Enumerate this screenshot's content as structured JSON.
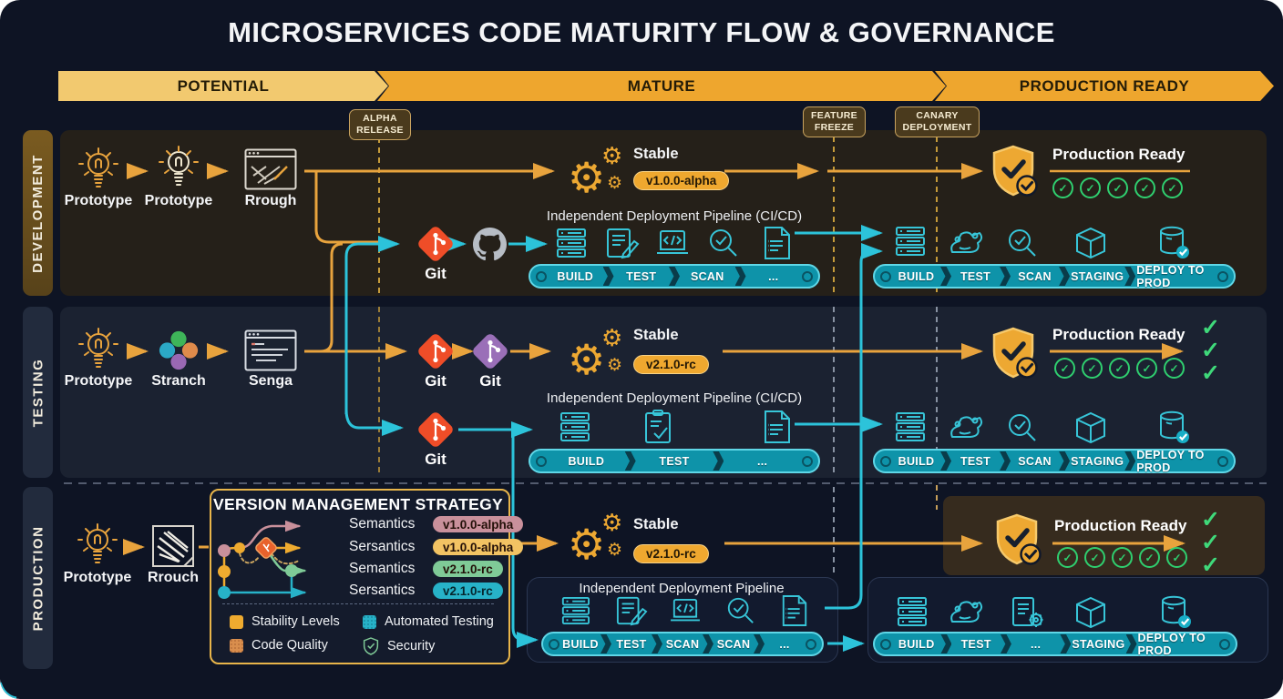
{
  "title": "MICROSERVICES CODE MATURITY FLOW & GOVERNANCE",
  "banners": {
    "potential": "POTENTIAL",
    "mature": "MATURE",
    "production_ready": "PRODUCTION READY"
  },
  "milestones": {
    "alpha": {
      "line1": "ALPHA",
      "line2": "RELEASE"
    },
    "feature": {
      "line1": "FEATURE",
      "line2": "FREEZE"
    },
    "canary": {
      "line1": "CANARY",
      "line2": "DEPLOYMENT"
    }
  },
  "lanes": {
    "development": "DEVELOPMENT",
    "testing": "TESTING",
    "production": "PRODUCTION"
  },
  "development": {
    "steps": [
      {
        "label": "Prototype"
      },
      {
        "label": "Prototype"
      },
      {
        "label": "Rrough"
      }
    ],
    "git": {
      "label": "Git"
    },
    "stable": {
      "label": "Stable",
      "version": "v1.0.0-alpha"
    },
    "pipeline1": {
      "title": "Independent Deployment Pipeline (CI/CD)",
      "stages": [
        "BUILD",
        "TEST",
        "SCAN",
        "..."
      ]
    },
    "pipeline2": {
      "stages": [
        "BUILD",
        "TEST",
        "SCAN",
        "STAGING",
        "DEPLOY TO PROD"
      ]
    },
    "ready": {
      "label": "Production Ready"
    }
  },
  "testing": {
    "steps": [
      {
        "label": "Prototype"
      },
      {
        "label": "Stranch"
      },
      {
        "label": "Senga"
      }
    ],
    "git1": {
      "label": "Git"
    },
    "git2": {
      "label": "Git"
    },
    "git3": {
      "label": "Git"
    },
    "stable": {
      "label": "Stable",
      "version": "v2.1.0-rc"
    },
    "pipeline1": {
      "title": "Independent Deployment Pipeline (CI/CD)",
      "stages": [
        "BUILD",
        "TEST",
        "..."
      ]
    },
    "pipeline2": {
      "stages": [
        "BUILD",
        "TEST",
        "SCAN",
        "STAGING",
        "DEPLOY TO PROD"
      ]
    },
    "ready": {
      "label": "Production Ready"
    }
  },
  "production": {
    "steps": [
      {
        "label": "Prototype"
      },
      {
        "label": "Rrouch"
      }
    ],
    "vms": {
      "title": "VERSION MANAGEMENT STRATEGY",
      "rows": [
        {
          "label": "Semantics",
          "version": "v1.0.0-alpha",
          "badge_color": "#c9909b"
        },
        {
          "label": "Sersantics",
          "version": "v1.0.0-alpha",
          "badge_color": "#f2c363"
        },
        {
          "label": "Semantics",
          "version": "v2.1.0-rc",
          "badge_color": "#7fca97"
        },
        {
          "label": "Sersantics",
          "version": "v2.1.0-rc",
          "badge_color": "#27b2c8"
        }
      ],
      "legend": [
        {
          "label": "Stability Levels",
          "swatch": "#efab2f"
        },
        {
          "label": "Code Quality",
          "swatch": "#d98e4d"
        },
        {
          "label": "Automated Testing",
          "swatch": "#27b2c8"
        },
        {
          "label": "Security",
          "swatch": "shield-check"
        }
      ]
    },
    "stable": {
      "label": "Stable",
      "version": "v2.1.0-rc"
    },
    "pipeline1": {
      "title": "Independent Deployment Pipeline",
      "stages": [
        "BUILD",
        "TEST",
        "SCAN",
        "SCAN",
        "..."
      ]
    },
    "pipeline2": {
      "stages": [
        "BUILD",
        "TEST",
        "...",
        "STAGING",
        "DEPLOY TO PROD"
      ]
    },
    "ready": {
      "label": "Production Ready"
    }
  },
  "colors": {
    "background": "#0e1424",
    "banner_potential": "#f2c96f",
    "banner_mature": "#eea62e",
    "flow_orange": "#e8a33d",
    "flow_teal": "#2cc3da",
    "pipeline_bar": "#0e93a9",
    "git_orange": "#ef4d28",
    "git_purple": "#9a6fb8",
    "badge_gold": "#efa82f",
    "check_green": "#2fcf6f",
    "milestone_bg": "#4a3a1d",
    "dev_lane_bg": "#252019",
    "test_lane_bg": "#1b2231"
  }
}
